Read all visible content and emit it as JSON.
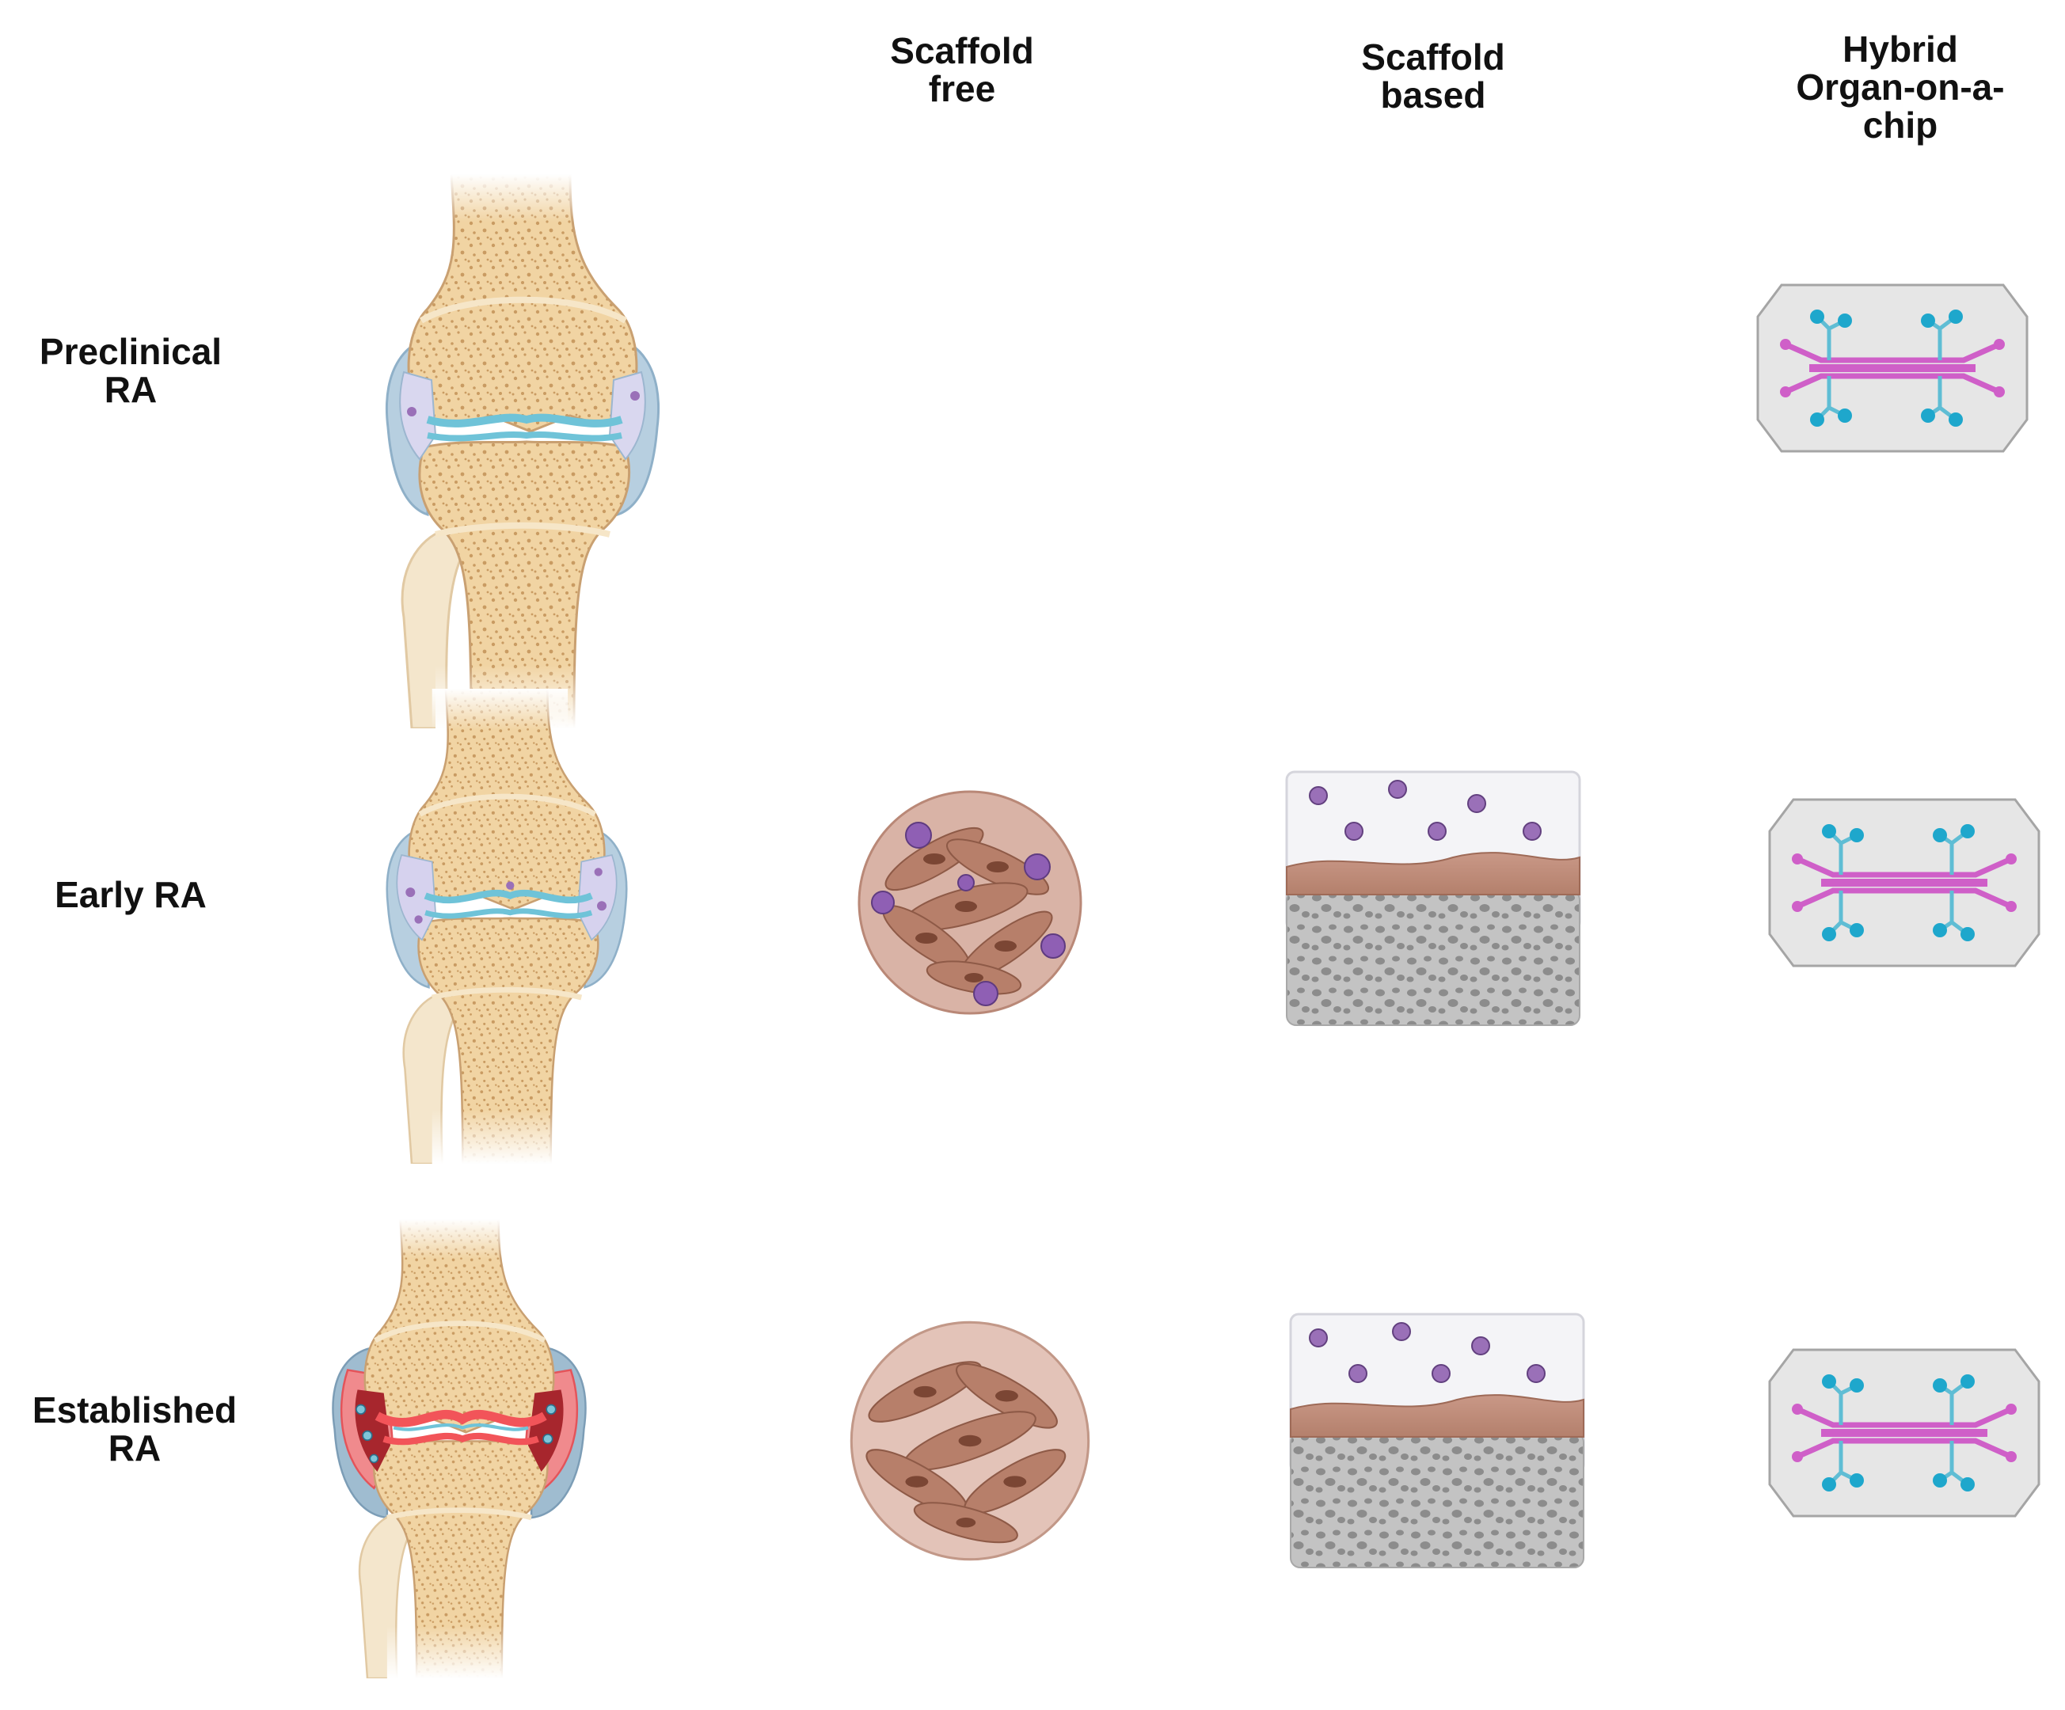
{
  "columns": {
    "scaffold_free": [
      "Scaffold",
      "free"
    ],
    "scaffold_based": [
      "Scaffold",
      "based"
    ],
    "hybrid": [
      "Hybrid",
      "Organ-on-a-",
      "chip"
    ]
  },
  "rows": {
    "preclinical": [
      "Preclinical",
      "RA"
    ],
    "early": [
      "Early RA"
    ],
    "established": [
      "Established",
      "RA"
    ]
  },
  "colors": {
    "bone": "#f2d9ab",
    "bone_texture": "#d2a66d",
    "synovium": "#a9c6dc",
    "cartilage": "#7fc5d8",
    "inflammation": "#e8434a",
    "cell_brown": "#b77f6a",
    "cell_purple": "#8f5fb4",
    "scaffold_gray": "#9a9a9a",
    "chip_bg": "#e6e6e6",
    "channel_pink": "#cf5fc8",
    "channel_cyan": "#4fb9d1"
  }
}
